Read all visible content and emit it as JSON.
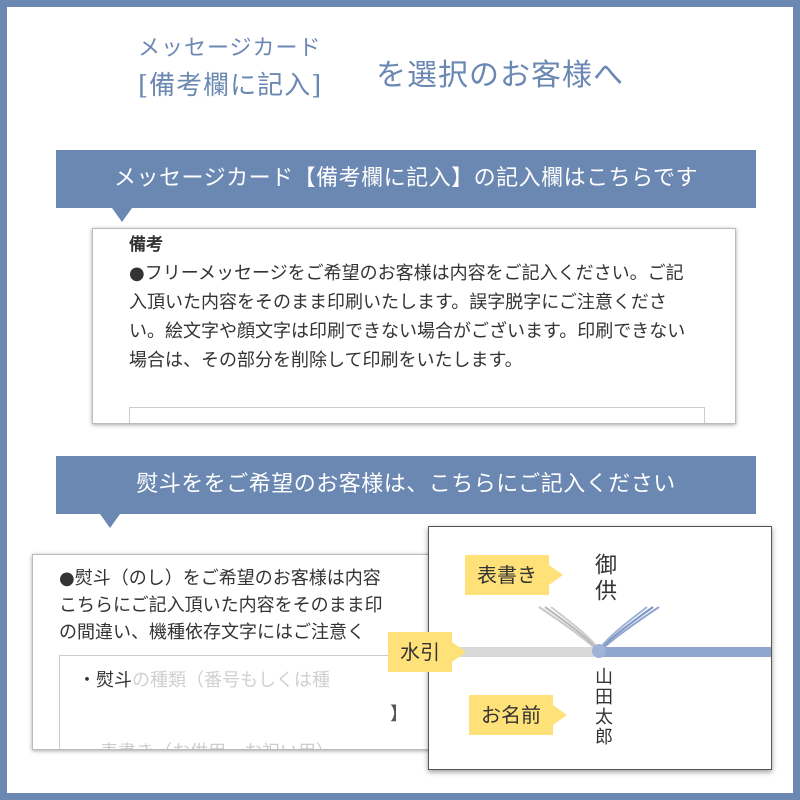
{
  "header": {
    "small": "メッセージカード",
    "big": "[備考欄に記入]",
    "right": "を選択のお客様へ"
  },
  "banner1": "メッセージカード【備考欄に記入】の記入欄はこちらです",
  "form1": {
    "label": "備考",
    "text": "●フリーメッセージをご希望のお客様は内容をご記入ください。ご記入頂いた内容をそのまま印刷いたします。誤字脱字にご注意ください。絵文字や顔文字は印刷できない場合がございます。印刷できない場合は、その部分を削除して印刷をいたします。"
  },
  "banner2": "熨斗ををご希望のお客様は、こちらにご記入ください",
  "form2": {
    "line1": "●熨斗（のし）をご希望のお客様は内容",
    "line2": "こちらにご記入頂いた内容をそのまま印",
    "line3": "の間違い、機種依存文字にはご注意く",
    "row1_label": "・熨斗",
    "row1_faded": "の種類（番号もしくは種",
    "bracket": "】",
    "row2_faded": "表書き（お供用・お祝い用）"
  },
  "noshi": {
    "omote_text": "御供",
    "name_text": "山田太郎",
    "tag_omote": "表書き",
    "tag_mizuhiki": "水引",
    "tag_name": "お名前"
  },
  "colors": {
    "accent": "#6b88b3",
    "tag": "#ffe17a",
    "mizuhiki": "#8fa6cf"
  }
}
